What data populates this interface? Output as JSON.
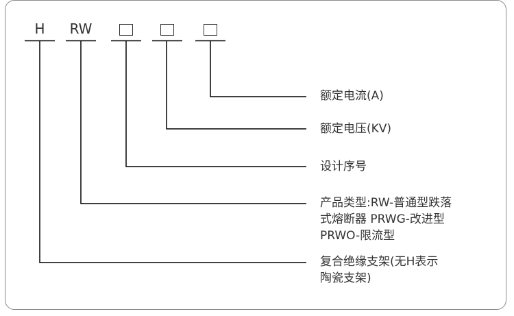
{
  "diagram": {
    "title_codes": [
      "H",
      "RW"
    ],
    "placeholder_boxes": 3,
    "labels": [
      {
        "id": "rated-current",
        "lines": [
          "额定电流(A)"
        ]
      },
      {
        "id": "rated-voltage",
        "lines": [
          "额定电压(KV)"
        ]
      },
      {
        "id": "design-number",
        "lines": [
          "设计序号"
        ]
      },
      {
        "id": "product-type",
        "lines": [
          "产品类型:RW-普通型跌落",
          "式熔断器 PRWG-改进型",
          "PRWO-限流型"
        ]
      },
      {
        "id": "composite-support",
        "lines": [
          "复合绝缘支架(无H表示",
          "陶瓷支架)"
        ]
      }
    ],
    "colors": {
      "line": "#000000",
      "text": "#333333",
      "frame": "#8a8a8a"
    }
  }
}
